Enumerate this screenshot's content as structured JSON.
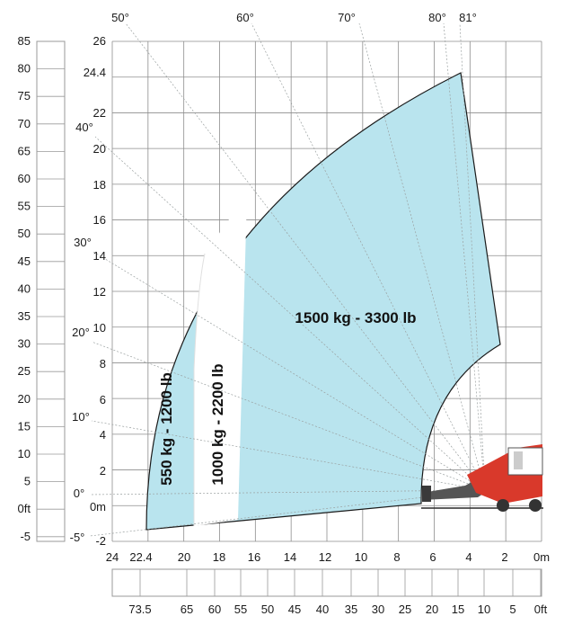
{
  "colors": {
    "envelope": "#b9e4ee",
    "white_band": "#ffffff",
    "grid": "#8e8e8e",
    "ray": "#9aa0a0",
    "machine_red": "#d9392b"
  },
  "left_ft_labels": [
    "85",
    "80",
    "75",
    "70",
    "65",
    "60",
    "55",
    "50",
    "45",
    "40",
    "35",
    "30",
    "25",
    "20",
    "15",
    "10",
    "5",
    "0ft",
    "-5"
  ],
  "height_m_labels": [
    "26",
    "24.4",
    "22",
    "20",
    "18",
    "16",
    "14",
    "12",
    "10",
    "8",
    "6",
    "4",
    "2",
    "0m",
    "-2"
  ],
  "reach_m_labels": [
    "24",
    "22.4",
    "20",
    "18",
    "16",
    "14",
    "12",
    "10",
    "8",
    "6",
    "4",
    "2",
    "0m"
  ],
  "reach_ft_labels": [
    "73.5",
    "65",
    "60",
    "55",
    "50",
    "45",
    "40",
    "35",
    "30",
    "25",
    "20",
    "15",
    "10",
    "5",
    "0ft"
  ],
  "angle_labels": [
    "50°",
    "60°",
    "70°",
    "80°",
    "81°",
    "40°",
    "30°",
    "20°",
    "10°",
    "0°",
    "-5°"
  ],
  "zones": {
    "z1500": "1500 kg - 3300 lb",
    "z1000": "1000 kg - 2200 lb",
    "z550": "550 kg - 1200 lb"
  }
}
